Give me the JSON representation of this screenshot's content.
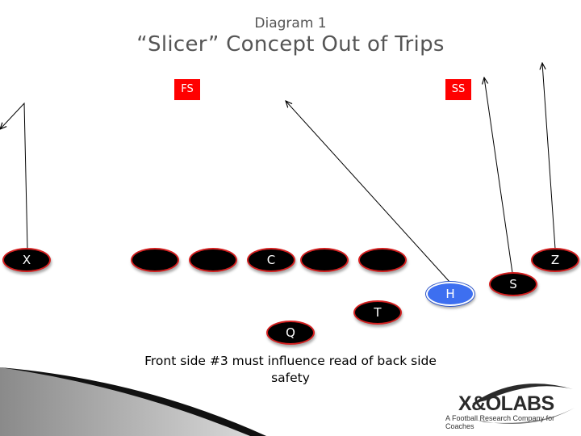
{
  "header": {
    "subtitle": "Diagram 1",
    "title": "“Slicer” Concept Out of Trips"
  },
  "defense": {
    "free_safety": "FS",
    "strong_safety": "SS"
  },
  "offense": {
    "x": "X",
    "center": "C",
    "h": "H",
    "s": "S",
    "z": "Z",
    "t": "T",
    "q": "Q"
  },
  "caption": "Front side #3 must influence read of back side safety",
  "logo": {
    "name": "X&OLABS",
    "tagline": "A Football Research Company for Coaches"
  },
  "colors": {
    "defender": "#ff0000",
    "player_fill": "#000000",
    "player_border": "#d42020",
    "highlight_player": "#3d6ff0",
    "logo_red": "#d0202c"
  }
}
